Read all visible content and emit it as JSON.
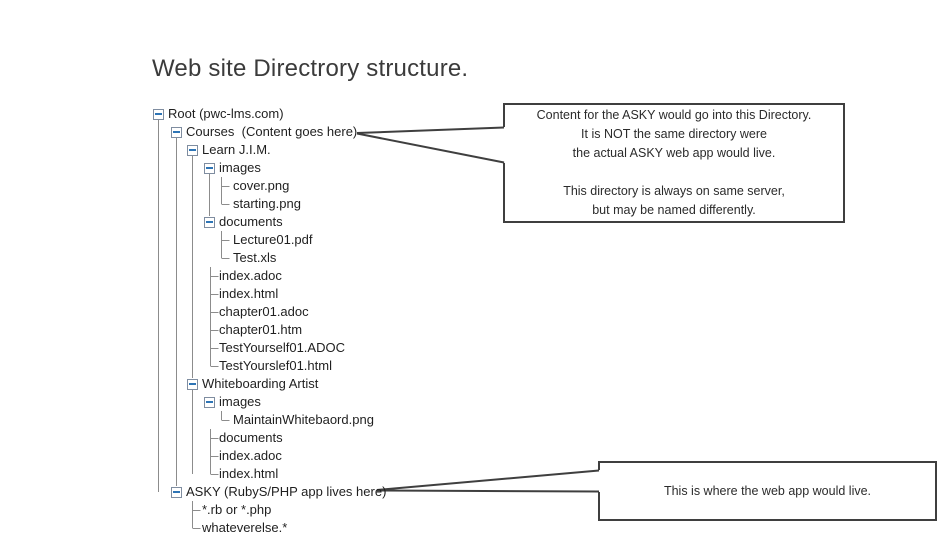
{
  "title": "Web site Directrory structure.",
  "tree": {
    "items": [
      {
        "label": "Root (pwc-lms.com)",
        "level": 0,
        "icon": "minus"
      },
      {
        "label": "Courses  (Content goes here)",
        "level": 1,
        "icon": "minus"
      },
      {
        "label": "Learn J.I.M.",
        "level": 2,
        "icon": "minus"
      },
      {
        "label": "images",
        "level": 3,
        "icon": "minus"
      },
      {
        "label": "cover.png",
        "level": 4,
        "icon": "none"
      },
      {
        "label": "starting.png",
        "level": 4,
        "icon": "none"
      },
      {
        "label": "documents",
        "level": 3,
        "icon": "minus"
      },
      {
        "label": "Lecture01.pdf",
        "level": 4,
        "icon": "none"
      },
      {
        "label": "Test.xls",
        "level": 4,
        "icon": "none"
      },
      {
        "label": "index.adoc",
        "level": 3,
        "icon": "none"
      },
      {
        "label": "index.html",
        "level": 3,
        "icon": "none"
      },
      {
        "label": "chapter01.adoc",
        "level": 3,
        "icon": "none"
      },
      {
        "label": "chapter01.htm",
        "level": 3,
        "icon": "none"
      },
      {
        "label": "TestYourself01.ADOC",
        "level": 3,
        "icon": "none"
      },
      {
        "label": "TestYourslef01.html",
        "level": 3,
        "icon": "none"
      },
      {
        "label": "Whiteboarding Artist",
        "level": 2,
        "icon": "minus"
      },
      {
        "label": "images",
        "level": 3,
        "icon": "minus"
      },
      {
        "label": "MaintainWhitebaord.png",
        "level": 4,
        "icon": "none"
      },
      {
        "label": "documents",
        "level": 3,
        "icon": "none"
      },
      {
        "label": "index.adoc",
        "level": 3,
        "icon": "none"
      },
      {
        "label": "index.html",
        "level": 3,
        "icon": "none"
      },
      {
        "label": "ASKY (RubyS/PHP app lives here)",
        "level": 1,
        "icon": "minus"
      },
      {
        "label": "*.rb or *.php",
        "level": 2,
        "icon": "none"
      },
      {
        "label": "whateverelse.*",
        "level": 2,
        "icon": "none"
      }
    ]
  },
  "callouts": [
    {
      "lines": [
        "Content for the ASKY would go into this Directory.",
        "It is NOT the same directory were",
        "the actual ASKY web app would live.",
        "",
        "This directory is always on same server,",
        "but may be named differently."
      ]
    },
    {
      "lines": [
        "This is where the web app would live."
      ]
    }
  ],
  "colors": {
    "minus_icon": "#2E75B6",
    "collapse_box_border": "#7f8da0",
    "tree_line": "#8c8c8c",
    "callout_border": "#3f3f3f",
    "text": "#1f1f1f"
  }
}
